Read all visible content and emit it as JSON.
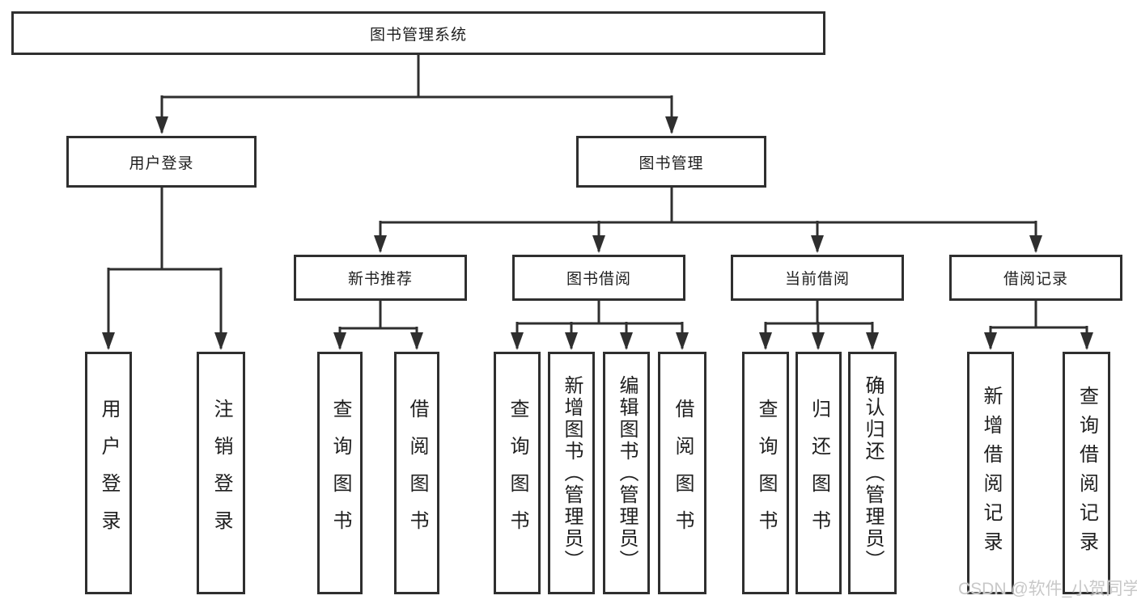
{
  "tree": {
    "label": "图书管理系统",
    "children": [
      {
        "label": "用户登录",
        "children": [
          {
            "label": "用户登录"
          },
          {
            "label": "注销登录"
          }
        ]
      },
      {
        "label": "图书管理",
        "children": [
          {
            "label": "新书推荐",
            "children": [
              {
                "label": "查询图书"
              },
              {
                "label": "借阅图书"
              }
            ]
          },
          {
            "label": "图书借阅",
            "children": [
              {
                "label": "查询图书"
              },
              {
                "label": "新增图书（管理员）"
              },
              {
                "label": "编辑图书（管理员）"
              },
              {
                "label": "借阅图书"
              }
            ]
          },
          {
            "label": "当前借阅",
            "children": [
              {
                "label": "查询图书"
              },
              {
                "label": "归还图书"
              },
              {
                "label": "确认归还（管理员）"
              }
            ]
          },
          {
            "label": "借阅记录",
            "children": [
              {
                "label": "新增借阅记录"
              },
              {
                "label": "查询借阅记录"
              }
            ]
          }
        ]
      }
    ]
  },
  "watermark": "CSDN @软件_小贺同学",
  "colors": {
    "line": "#2f2f2f",
    "text": "#1f1f1f",
    "watermark": "#c8c8c8",
    "background": "#ffffff"
  }
}
